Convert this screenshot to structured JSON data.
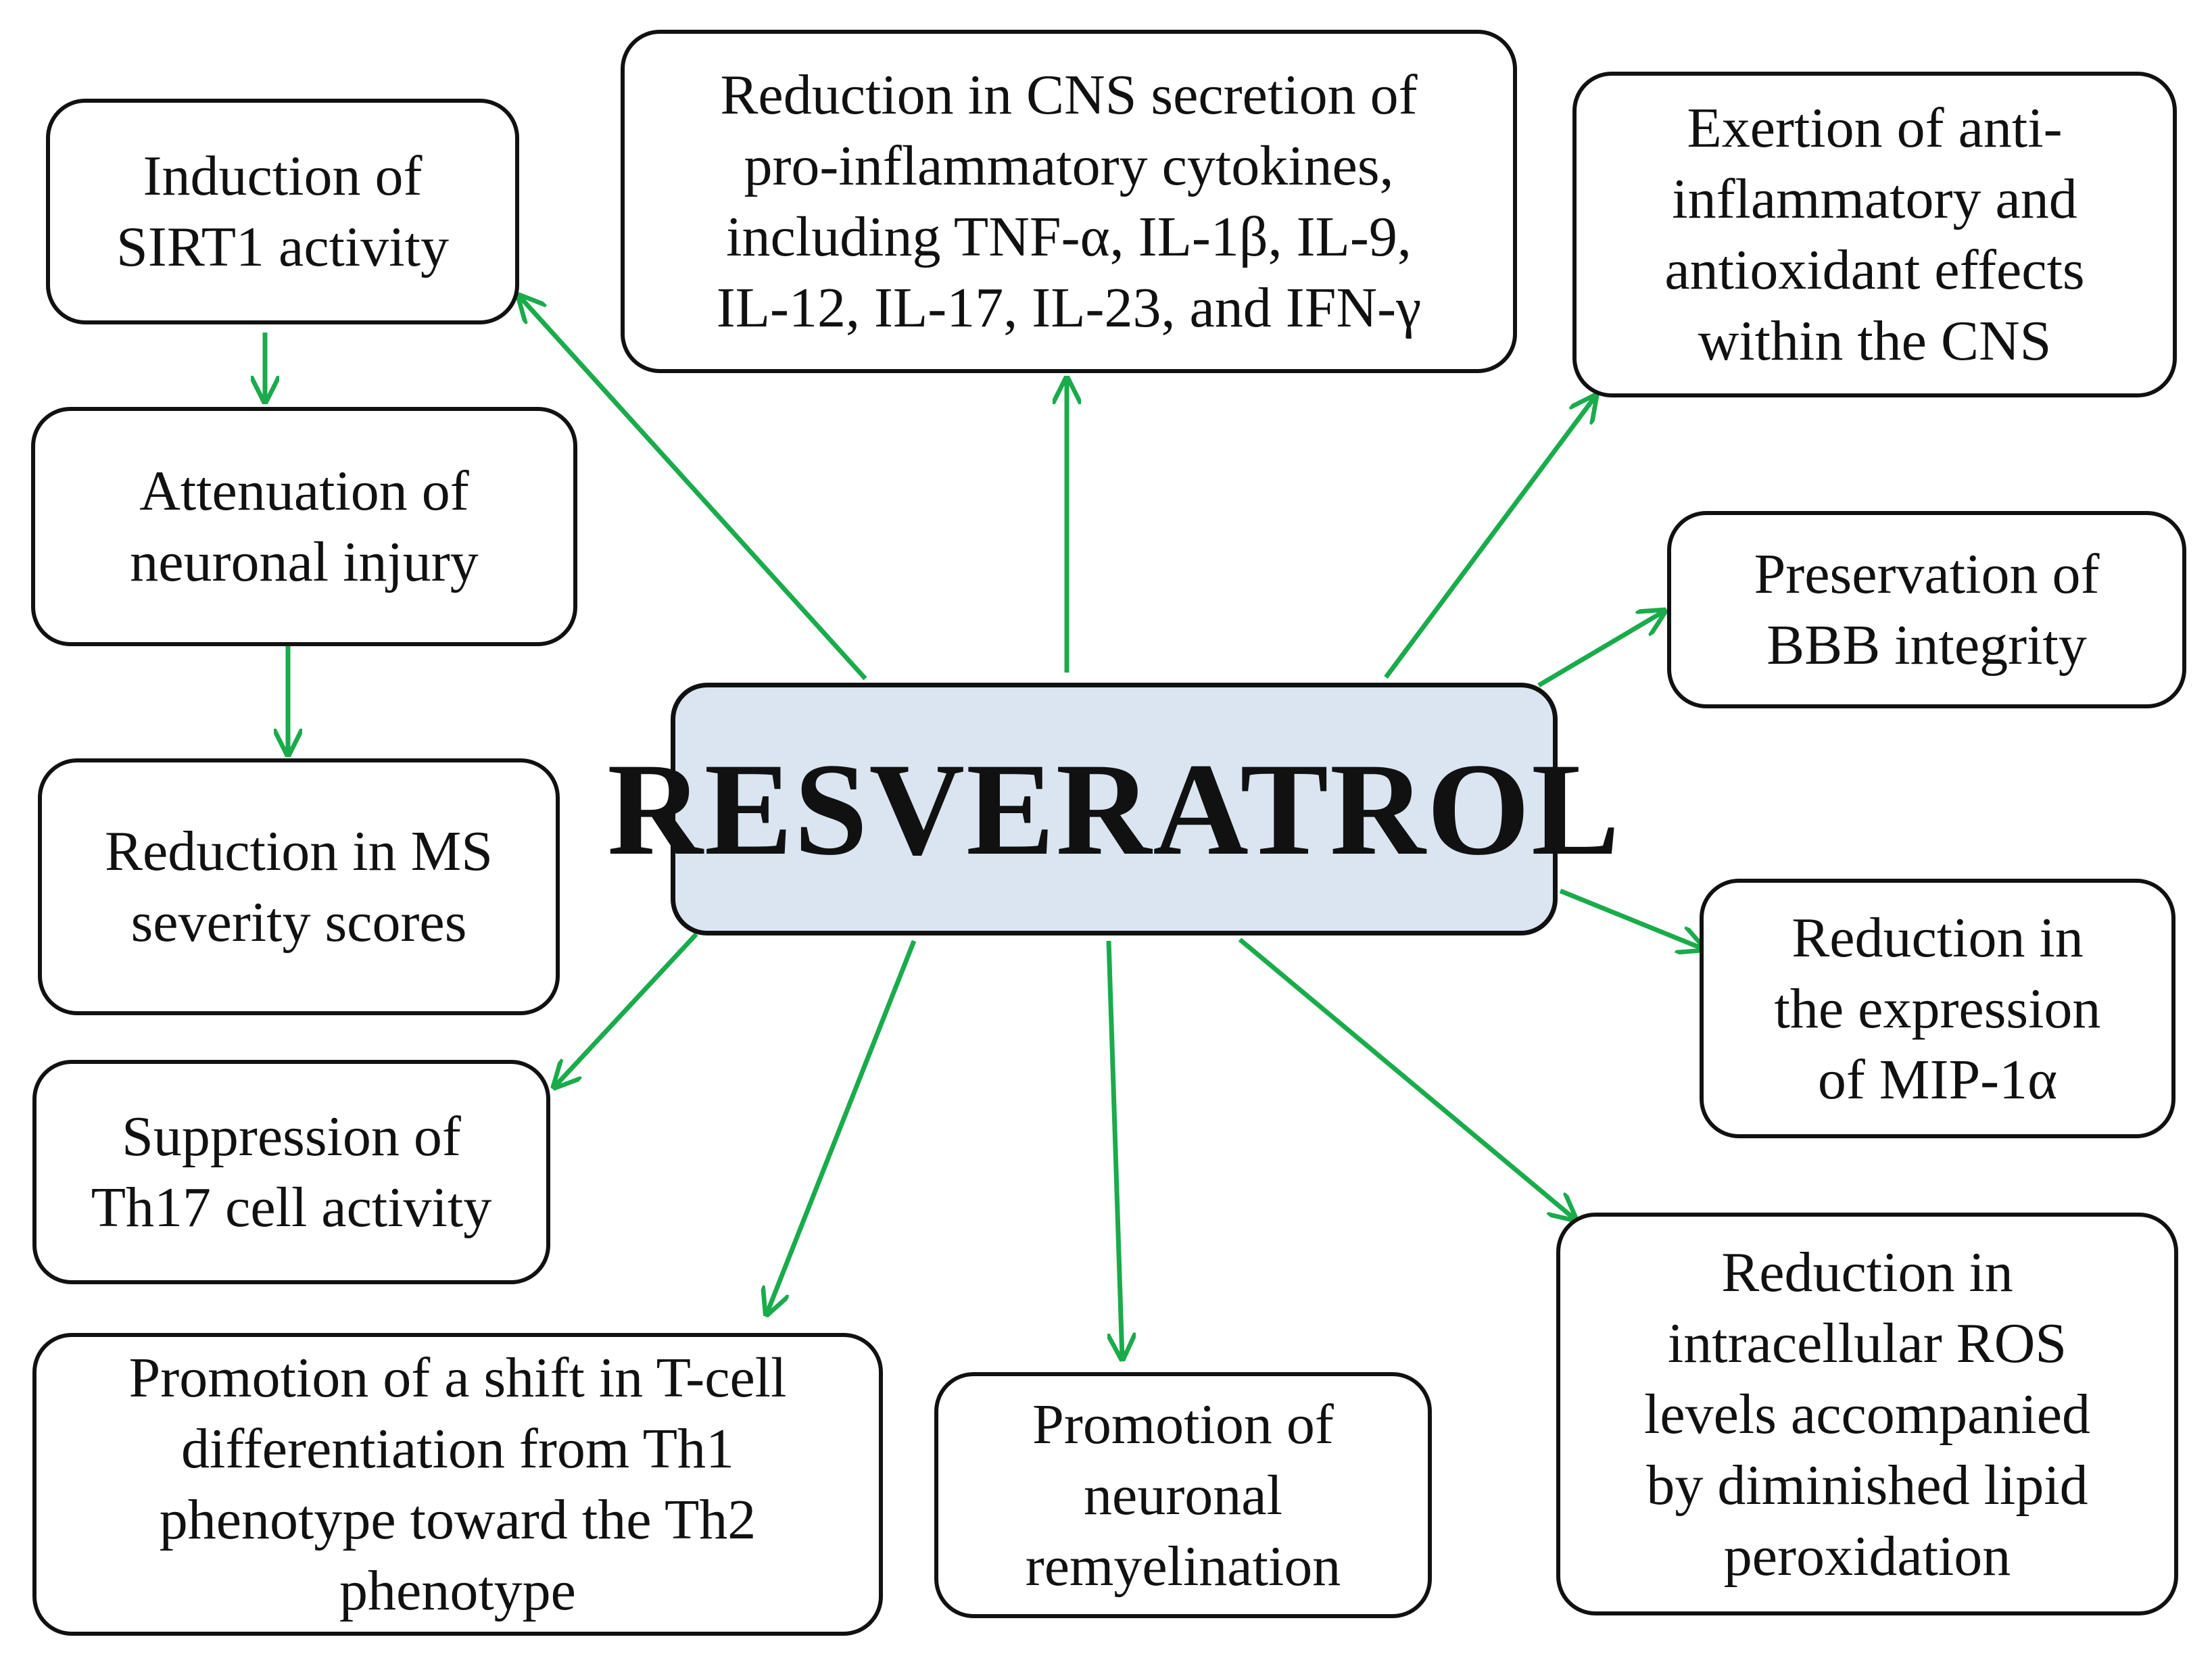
{
  "colors": {
    "arrow": "#1aab4b",
    "center_fill": "#dbe5f1",
    "border": "#111111"
  },
  "center": {
    "label": "RESVERATROL"
  },
  "boxes": {
    "sirt1": "Induction of\nSIRT1 activity",
    "neuronal_injury": "Attenuation of\nneuronal injury",
    "ms_severity": "Reduction in MS\nseverity scores",
    "th17": "Suppression of\nTh17 cell activity",
    "tcell_shift": "Promotion of a shift in T-cell\ndifferentiation from Th1\nphenotype toward the Th2\nphenotype",
    "remyelination": "Promotion of\nneuronal\nremyelination",
    "cytokines": "Reduction in CNS secretion of\npro-inflammatory cytokines,\nincluding TNF-α, IL-1β, IL-9,\nIL-12, IL-17, IL-23, and IFN-γ",
    "antiinflammatory": "Exertion of anti-\ninflammatory and\nantioxidant effects\nwithin the CNS",
    "bbb": "Preservation  of\nBBB integrity",
    "mip1a": "Reduction in\nthe expression\nof MIP-1α",
    "ros": "Reduction in\nintracellular ROS\nlevels accompanied\nby diminished lipid\nperoxidation"
  }
}
